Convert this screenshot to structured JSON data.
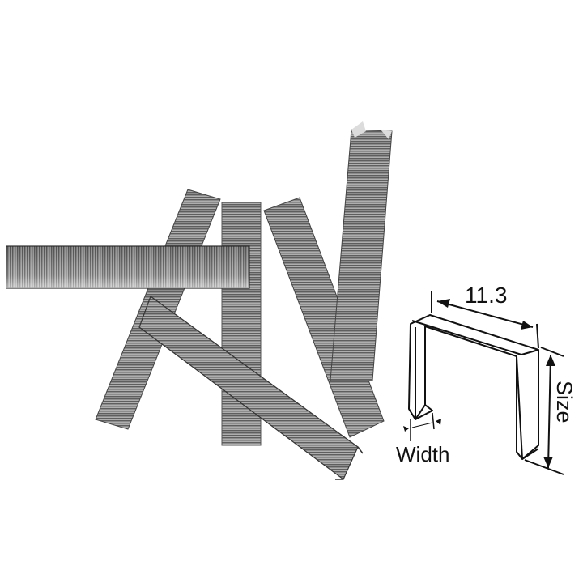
{
  "product": {
    "subject": "staple strips",
    "strip_count": 6,
    "colors": {
      "steel_dark": "#5a5a5a",
      "steel_mid": "#8a8a8a",
      "steel_light": "#c9c9c9",
      "line": "#111111",
      "background": "#ffffff"
    }
  },
  "diagram": {
    "length_label": "11.3",
    "size_label": "Size",
    "width_label": "Width"
  }
}
